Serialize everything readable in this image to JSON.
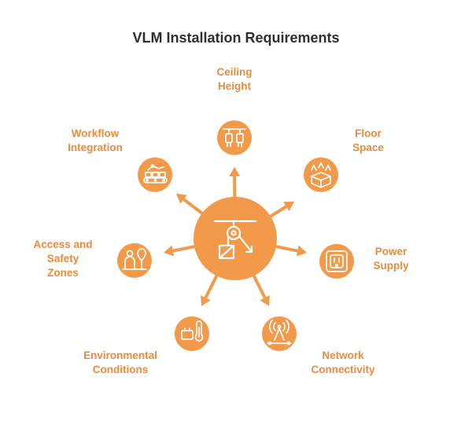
{
  "title": "VLM Installation Requirements",
  "colors": {
    "accent": "#f39a4a",
    "hub": "#f39a4a",
    "label": "#ef8a3c",
    "title": "#2f2f2f",
    "icon_stroke": "#ffffff"
  },
  "hub": {
    "icon": "pulley-crane-icon"
  },
  "nodes": [
    {
      "id": "ceiling-height",
      "label": "Ceiling\nHeight",
      "icon": "ceiling-lights-icon"
    },
    {
      "id": "floor-space",
      "label": "Floor\nSpace",
      "icon": "floor-space-box-icon"
    },
    {
      "id": "power-supply",
      "label": "Power\nSupply",
      "icon": "power-outlet-icon"
    },
    {
      "id": "network-connectivity",
      "label": "Network\nConnectivity",
      "icon": "network-tower-icon"
    },
    {
      "id": "environmental-conditions",
      "label": "Environmental\nConditions",
      "icon": "thermometer-icon"
    },
    {
      "id": "access-safety-zones",
      "label": "Access and\nSafety\nZones",
      "icon": "people-zone-icon"
    },
    {
      "id": "workflow-integration",
      "label": "Workflow\nIntegration",
      "icon": "conveyor-robot-icon"
    }
  ]
}
